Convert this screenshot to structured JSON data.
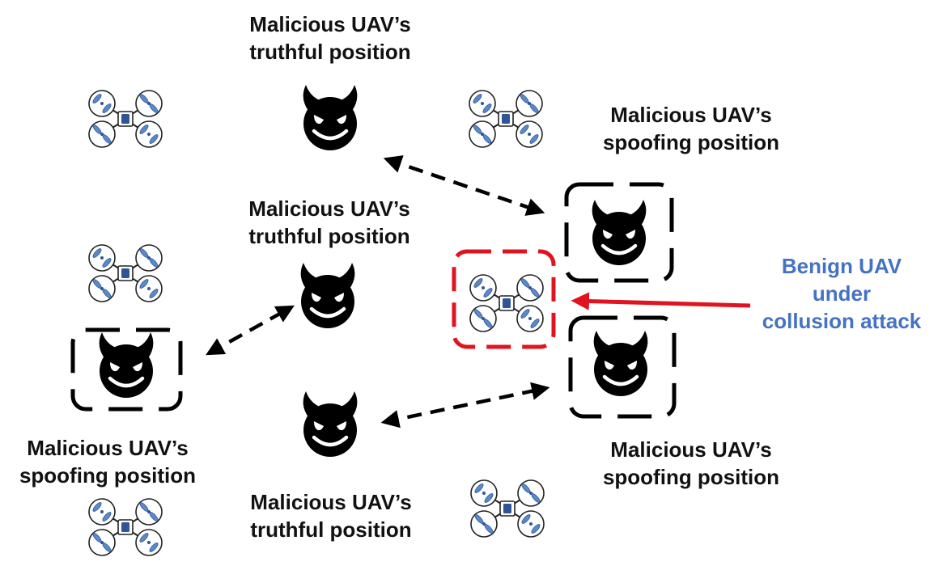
{
  "labels": {
    "truthful_top": {
      "line1": "Malicious UAV’s",
      "line2": "truthful position"
    },
    "truthful_mid": {
      "line1": "Malicious UAV’s",
      "line2": "truthful position"
    },
    "truthful_bottom": {
      "line1": "Malicious UAV’s",
      "line2": "truthful position"
    },
    "spoof_right_top": {
      "line1": "Malicious UAV’s",
      "line2": "spoofing position"
    },
    "spoof_right_bottom": {
      "line1": "Malicious UAV’s",
      "line2": "spoofing position"
    },
    "spoof_left": {
      "line1": "Malicious UAV’s",
      "line2": "spoofing position"
    },
    "benign": {
      "line1": "Benign UAV",
      "line2": "under",
      "line3": "collusion attack"
    }
  },
  "colors": {
    "devil": "#000000",
    "drone_blue": "#4472C4",
    "attack_red": "#E0141E",
    "benign_text": "#4472C4",
    "dashed_box": "#000000"
  },
  "icons": {
    "malicious": "devil-face-icon",
    "benign": "quadcopter-drone-icon"
  }
}
